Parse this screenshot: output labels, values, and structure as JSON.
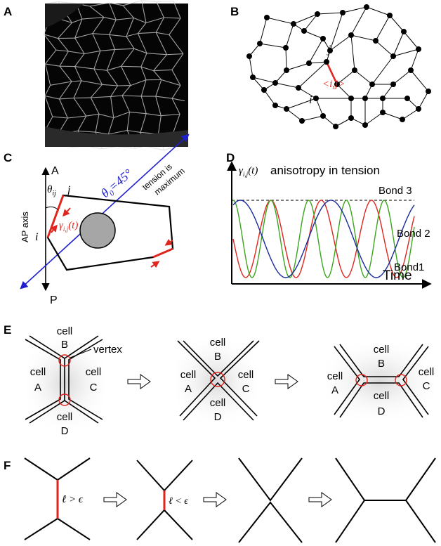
{
  "panels": {
    "a": "A",
    "b": "B",
    "c": "C",
    "d": "D",
    "e": "E",
    "f": "F"
  },
  "panel_b": {
    "node_j": "j",
    "node_i": "i",
    "bond_label": "<i,j>"
  },
  "panel_c": {
    "axis_top": "A",
    "axis_bottom": "P",
    "axis_label": "AP axis",
    "theta_ij": "θ",
    "theta_ij_sub": "ij",
    "vertex_i": "i",
    "vertex_j": "j",
    "gamma": "γ",
    "gamma_sub": "i,j",
    "gamma_arg": "(t)",
    "theta0": "θ",
    "theta0_sub": "0",
    "theta0_val": "=45°",
    "tension_line1": "tension is",
    "tension_line2": "maximum",
    "colors": {
      "red": "#e0241e",
      "blue": "#1f1fd0",
      "nucleus": "#a6a6a6"
    }
  },
  "chart_data": {
    "type": "line",
    "title": "anisotropy in tension",
    "ylabel_symbol": "γ",
    "ylabel_sub": "i,j",
    "ylabel_arg": "(t)",
    "xlabel": "Time",
    "max_dashed": true,
    "series": [
      {
        "name": "Bond 3",
        "color": "#e0241e",
        "period": 1.0,
        "phase": -0.25
      },
      {
        "name": "Bond 2",
        "color": "#3aa51b",
        "period": 0.75,
        "phase": 0.0
      },
      {
        "name": "Bond1",
        "color": "#1a2a9c",
        "period": 1.8,
        "phase": 0.08
      }
    ],
    "x_range": [
      0,
      3.6
    ]
  },
  "panel_e": {
    "vertex_label": "vertex",
    "stage1": {
      "top": [
        "cell",
        "B"
      ],
      "left": [
        "cell",
        "A"
      ],
      "right": [
        "cell",
        "C"
      ],
      "bottom": [
        "cell",
        "D"
      ]
    },
    "stage2": {
      "top": [
        "cell",
        "B"
      ],
      "left": [
        "cell",
        "A"
      ],
      "right": [
        "cell",
        "C"
      ],
      "bottom": [
        "cell",
        "D"
      ]
    },
    "stage3": {
      "top": [
        "cell",
        "B"
      ],
      "left": [
        "cell",
        "A"
      ],
      "right": [
        "cell",
        "C"
      ],
      "bottom": [
        "cell",
        "D"
      ]
    }
  },
  "panel_f": {
    "cond1": "ℓ > ϵ",
    "cond2": "ℓ < ϵ"
  }
}
